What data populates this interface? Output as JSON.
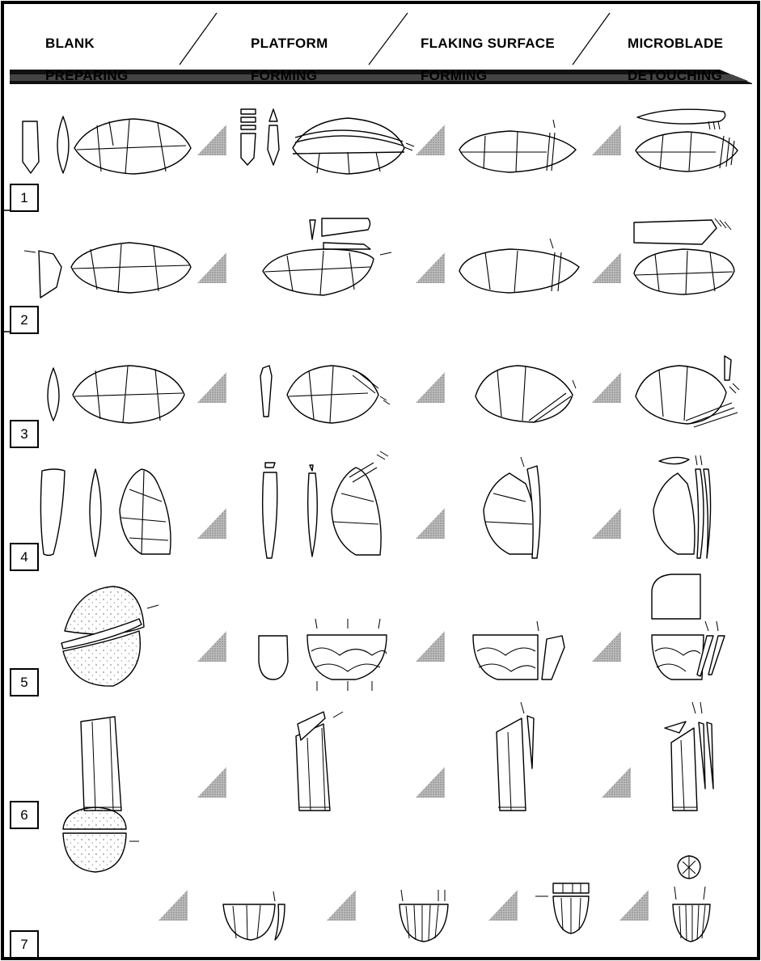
{
  "header": {
    "stages": [
      {
        "line1": "BLANK",
        "line2": "PREPARING"
      },
      {
        "line1": "PLATFORM",
        "line2": "FORMING"
      },
      {
        "line1": "FLAKING SURFACE",
        "line2": "FORMING"
      },
      {
        "line1": "MICROBLADE",
        "line2": "DETOUCHING"
      }
    ]
  },
  "rows": [
    {
      "number": "1"
    },
    {
      "number": "2"
    },
    {
      "number": "3"
    },
    {
      "number": "4"
    },
    {
      "number": "5"
    },
    {
      "number": "6"
    },
    {
      "number": "7"
    }
  ],
  "colors": {
    "border": "#000000",
    "step_marker": "#9a9a9a",
    "stone_fill": "#f4f4f4"
  }
}
